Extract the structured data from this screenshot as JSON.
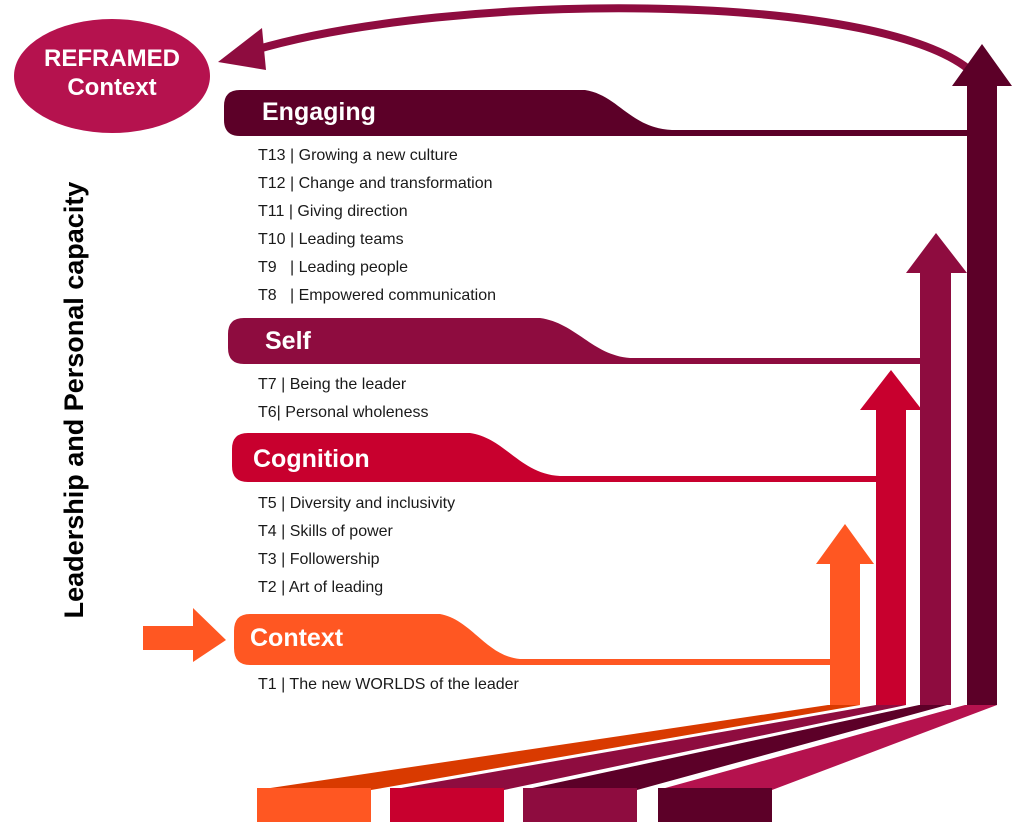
{
  "reframed": {
    "line1": "REFRAMED",
    "line2": "Context"
  },
  "side_label": "Leadership and Personal capacity",
  "colors": {
    "context": "#ff5722",
    "cognition": "#c8002e",
    "self": "#8e0c3f",
    "engaging": "#5c0028",
    "reframed": "#b5124e"
  },
  "bands": [
    {
      "name": "Engaging",
      "topics": [
        "T13 | Growing a new culture",
        "T12 | Change and transformation",
        "T11 | Giving direction",
        "T10 | Leading teams",
        "T9   | Leading people",
        "T8   | Empowered communication"
      ]
    },
    {
      "name": "Self",
      "topics": [
        "T7 | Being the leader",
        "T6| Personal wholeness"
      ]
    },
    {
      "name": "Cognition",
      "topics": [
        "T5 | Diversity and inclusivity",
        "T4 | Skills of power",
        "T3 | Followership",
        "T2 | Art of leading"
      ]
    },
    {
      "name": "Context",
      "topics": [
        "T1 | The new WORLDS of the leader"
      ]
    }
  ]
}
